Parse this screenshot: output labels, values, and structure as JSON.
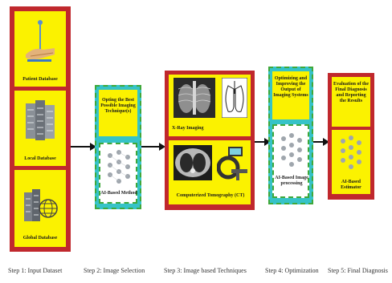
{
  "colors": {
    "red_border": "#c0282d",
    "yellow_fill": "#fbf200",
    "teal_fill": "#36c3c8",
    "green_dash": "#3fa83a",
    "arrow": "#111111"
  },
  "step1": {
    "cards": [
      {
        "label": "Patient Database",
        "icon": "hand-icon"
      },
      {
        "label": "Local Database",
        "icon": "server-icon"
      },
      {
        "label": "Global Database",
        "icon": "globe-server-icon"
      }
    ],
    "caption": "Step 1: Input Dataset"
  },
  "step2": {
    "top_text": "Opting the Best Possible Imaging Technique(s)",
    "bottom_label": "AI-Based Method",
    "caption": "Step 2: Image Selection"
  },
  "step3": {
    "xray_label": "X-Ray Imaging",
    "ct_label": "Computerized Tomography (CT)",
    "caption": "Step 3: Image based Techniques"
  },
  "step4": {
    "top_text": "Optimizing and Improving the Output of Imaging Systems",
    "bottom_label": "AI-Based Image processing",
    "caption": "Step 4: Optimization"
  },
  "step5": {
    "top_text": "Evaluation of the Final Diagnosis and Reporting the Results",
    "bottom_label": "AI-Based Estimator",
    "caption": "Step 5: Final Diagnosis"
  }
}
